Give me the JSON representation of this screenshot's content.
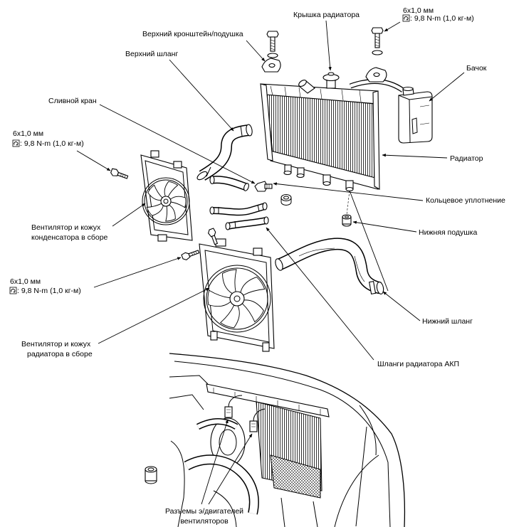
{
  "diagram": {
    "labels": {
      "radiator_cap": "Крышка радиатора",
      "upper_bracket_cushion": "Верхний кронштейн/подушка",
      "upper_hose": "Верхний шланг",
      "reservoir": "Бачок",
      "drain_plug": "Сливной кран",
      "radiator": "Радиатор",
      "o_ring": "Кольцевое уплотнение",
      "condenser_fan_shroud": [
        "Вентилятор и кожух",
        "конденсатора в сборе"
      ],
      "lower_cushion": "Нижняя подушка",
      "lower_hose": "Нижний шланг",
      "radiator_fan_shroud": [
        "Вентилятор и кожух",
        "радиатора в сборе"
      ],
      "atf_cooler_hoses": "Шланги радиатора АКП",
      "fan_motor_connectors": [
        "Разъемы э/двигателей",
        "вентиляторов"
      ]
    },
    "torque_specs": [
      {
        "bolt_size": "6x1,0 мм",
        "torque": ": 9,8 N-m (1,0 кг-м)"
      },
      {
        "bolt_size": "6x1,0 мм",
        "torque": ": 9,8 N-m (1,0 кг-м)"
      },
      {
        "bolt_size": "6x1,0 мм",
        "torque": ": 9,8 N-m (1,0 кг-м)"
      }
    ],
    "icons": {
      "torque": "torque-wrench-icon"
    },
    "colors": {
      "ink": "#000000",
      "paper": "#ffffff"
    }
  }
}
